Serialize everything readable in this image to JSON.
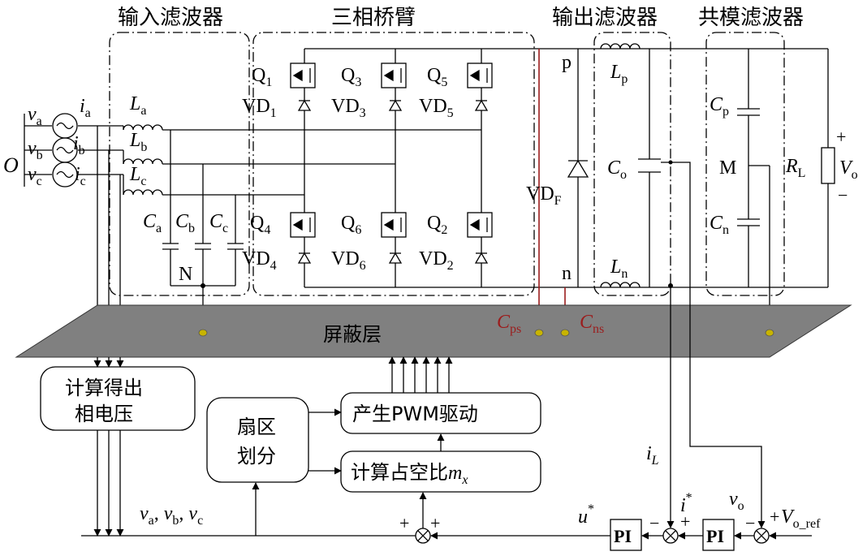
{
  "sections": {
    "input_filter": "输入滤波器",
    "bridge": "三相桥臂",
    "output_filter": "输出滤波器",
    "cm_filter": "共模滤波器"
  },
  "sources": {
    "origin": "O",
    "va": "v",
    "va_sub": "a",
    "vb": "v",
    "vb_sub": "b",
    "vc": "v",
    "vc_sub": "c",
    "ia": "i",
    "ia_sub": "a",
    "ib": "i",
    "ib_sub": "b",
    "ic": "i",
    "ic_sub": "c"
  },
  "input_components": {
    "La": "L",
    "La_sub": "a",
    "Lb": "L",
    "Lb_sub": "b",
    "Lc": "L",
    "Lc_sub": "c",
    "Ca": "C",
    "Ca_sub": "a",
    "Cb": "C",
    "Cb_sub": "b",
    "Cc": "C",
    "Cc_sub": "c",
    "N": "N"
  },
  "switches": {
    "Q1": "Q",
    "Q1_sub": "1",
    "Q3": "Q",
    "Q3_sub": "3",
    "Q5": "Q",
    "Q5_sub": "5",
    "Q4": "Q",
    "Q4_sub": "4",
    "Q6": "Q",
    "Q6_sub": "6",
    "Q2": "Q",
    "Q2_sub": "2",
    "VD1": "VD",
    "VD1_sub": "1",
    "VD3": "VD",
    "VD3_sub": "3",
    "VD5": "VD",
    "VD5_sub": "5",
    "VD4": "VD",
    "VD4_sub": "4",
    "VD6": "VD",
    "VD6_sub": "6",
    "VD2": "VD",
    "VD2_sub": "2"
  },
  "output_components": {
    "p": "p",
    "n": "n",
    "VDF": "VD",
    "VDF_sub": "F",
    "Lp": "L",
    "Lp_sub": "p",
    "Ln": "L",
    "Ln_sub": "n",
    "Co": "C",
    "Co_sub": "o",
    "Cp": "C",
    "Cp_sub": "p",
    "Cn": "C",
    "Cn_sub": "n",
    "M": "M",
    "RL": "R",
    "RL_sub": "L",
    "Vo": "V",
    "Vo_sub": "o",
    "plus": "+",
    "minus": "−"
  },
  "parasitic": {
    "Cps": "C",
    "Cps_sub": "ps",
    "Cns": "C",
    "Cns_sub": "ns"
  },
  "shield_label": "屏蔽层",
  "blocks": {
    "calc_phase_line1": "计算得出",
    "calc_phase_line2": "相电压",
    "sector_line1": "扇区",
    "sector_line2": "划分",
    "pwm": "产生PWM驱动",
    "duty": "计算占空比",
    "duty_var": "m",
    "duty_sub": "x",
    "pi1": "PI",
    "pi2": "PI"
  },
  "signals": {
    "phase_v_a": "v",
    "phase_v_a_sub": "a",
    "phase_v_b": "v",
    "phase_v_b_sub": "b",
    "phase_v_c": "v",
    "phase_v_c_sub": "c",
    "sep": ",",
    "iL": "i",
    "iL_sub": "L",
    "u_star": "u",
    "star": "*",
    "i_star": "i",
    "vo_fb": "v",
    "vo_fb_sub": "o",
    "vref": "V",
    "vref_sub": "o_ref",
    "plus": "+",
    "minus": "−"
  }
}
